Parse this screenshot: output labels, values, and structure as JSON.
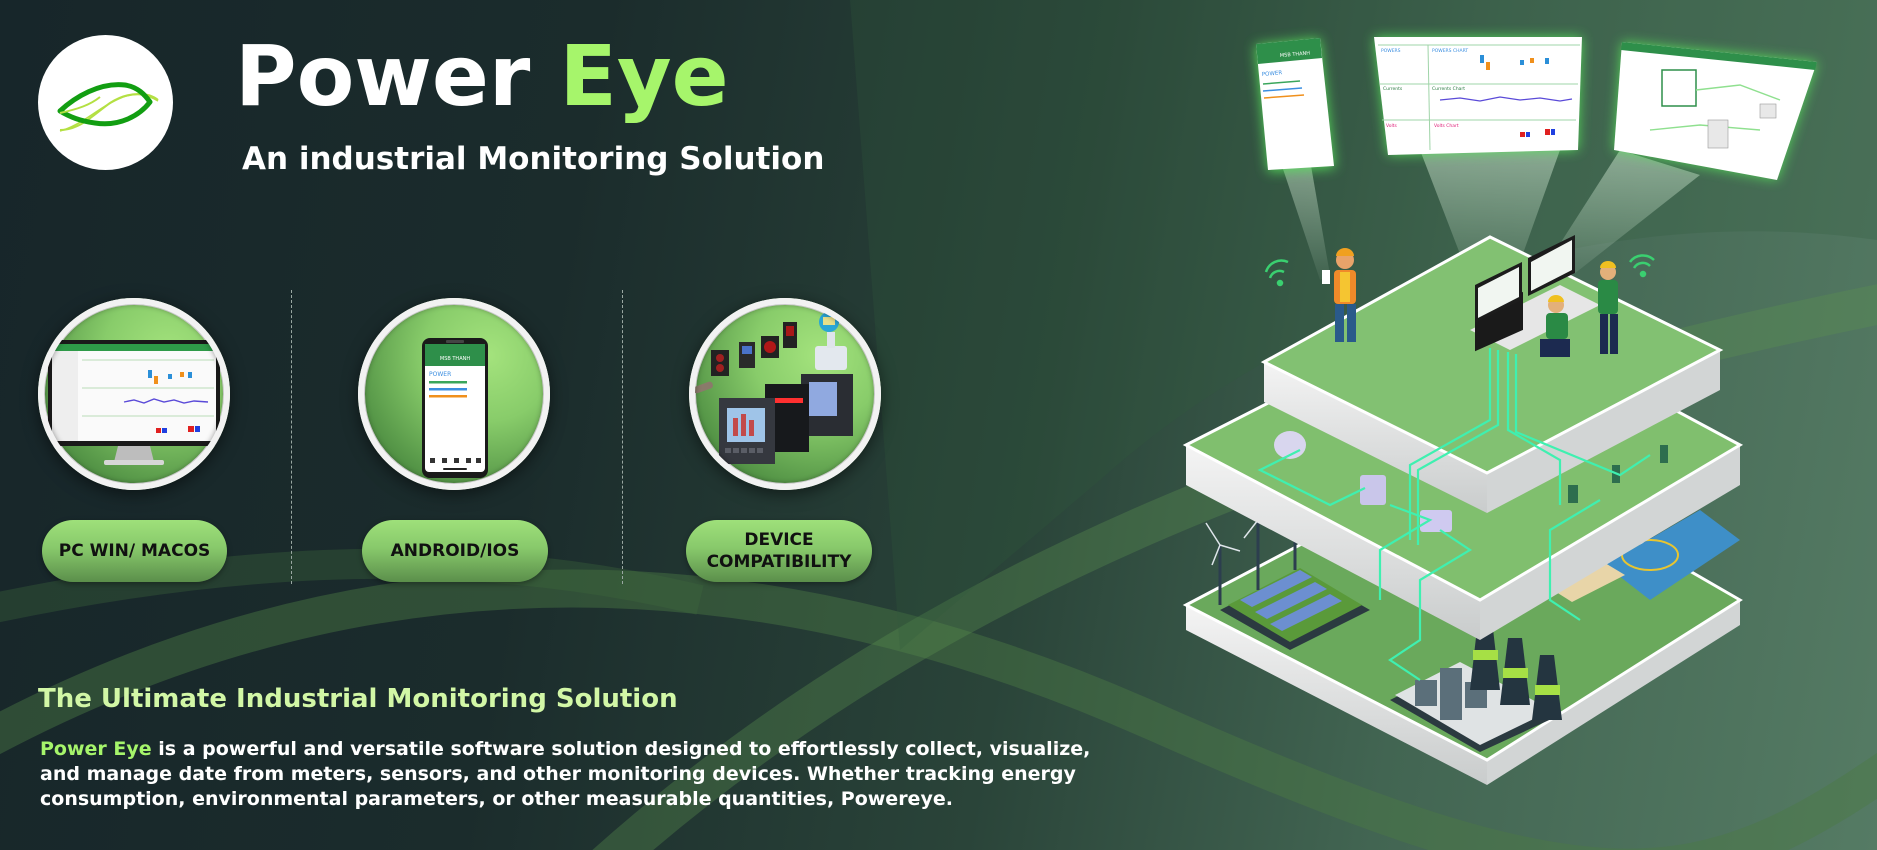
{
  "brand": {
    "title_main": "Power",
    "title_accent": "Eye",
    "subtitle": "An industrial Monitoring Solution",
    "logo_icon": "leaf-wave-icon",
    "colors": {
      "accent": "#a6f56b",
      "heading": "#d2f7a6",
      "logo_green": "#17a317",
      "logo_lime": "#b4e043",
      "pill_top": "#9ee07a",
      "pill_bottom": "#5b8f4b",
      "bg_dark": "#17262a",
      "bg_light": "#557b64",
      "cable": "#3ff0b0"
    }
  },
  "features": [
    {
      "label": "PC WIN/ MACOS",
      "icon": "desktop-monitor-icon"
    },
    {
      "label": "ANDROID/IOS",
      "icon": "smartphone-icon"
    },
    {
      "label": "DEVICE COMPATIBILITY",
      "label_line1": "DEVICE",
      "label_line2": "COMPATIBILITY",
      "icon": "meters-sensors-icon"
    }
  ],
  "description": {
    "heading": "The Ultimate Industrial Monitoring Solution",
    "highlight": "Power Eye",
    "body": " is a powerful and versatile software solution designed to effortlessly collect, visualize, and manage date from meters, sensors, and other monitoring devices. Whether tracking energy consumption, environmental parameters, or other measurable quantities, Powereye."
  },
  "screens": {
    "phone": {
      "header": "MSB THANH",
      "section": "POWER"
    },
    "dashboard": {
      "panels": [
        "POWERS",
        "POWERS CHART",
        "Currents",
        "Currents Chart",
        "Volts",
        "Volts Chart"
      ]
    }
  }
}
